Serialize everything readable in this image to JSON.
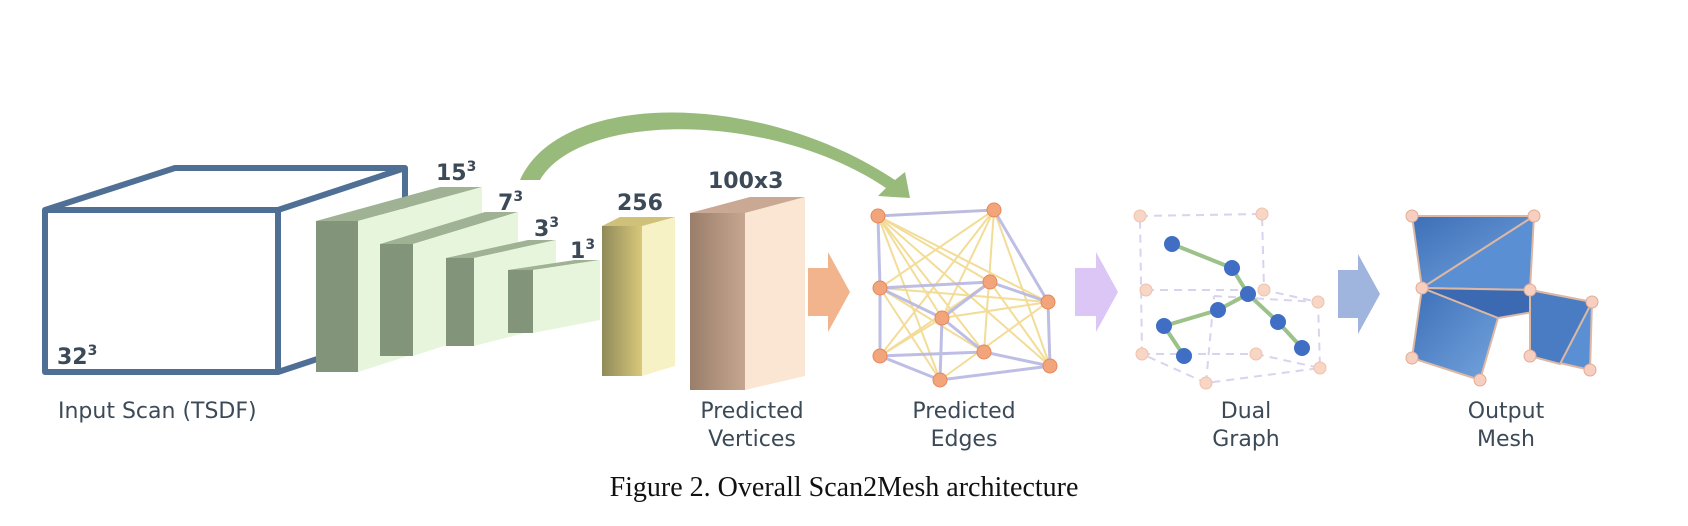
{
  "caption": "Figure 2. Overall Scan2Mesh architecture",
  "input": {
    "label": "Input Scan (TSDF)",
    "size_base": "32",
    "size_exp": "3"
  },
  "encoder_sizes": [
    {
      "base": "15",
      "exp": "3"
    },
    {
      "base": "7",
      "exp": "3"
    },
    {
      "base": "3",
      "exp": "3"
    },
    {
      "base": "1",
      "exp": "3"
    }
  ],
  "latent": {
    "label": "256"
  },
  "vertices": {
    "size": "100x3",
    "label_line1": "Predicted",
    "label_line2": "Vertices"
  },
  "edges": {
    "label_line1": "Predicted",
    "label_line2": "Edges"
  },
  "dual_graph": {
    "label_line1": "Dual",
    "label_line2": "Graph"
  },
  "output": {
    "label_line1": "Output",
    "label_line2": "Mesh"
  },
  "colors": {
    "input_cube": "#4f6f95",
    "encoder_face": "#e6f5dc",
    "encoder_side": "#82957a",
    "skip_arrow": "#8db36d",
    "latent": "#f7f2c5",
    "vertices": "#fbe6d4",
    "edge_nodes": "#f2a47a",
    "dual_nodes": "#3f6ec4",
    "mesh": "#4f86cf"
  }
}
